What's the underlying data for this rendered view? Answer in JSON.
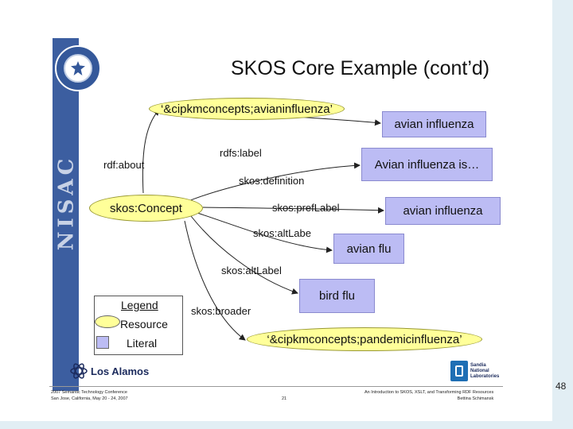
{
  "slide": {
    "title": "SKOS Core Example (cont’d)",
    "page_number": "48",
    "sidebar_text": "NISAC"
  },
  "diagram": {
    "nodes": {
      "concept": "skos:Concept",
      "subject": "‘&cipkmconcepts;avianinfluenza’",
      "pref_literal": "avian influenza",
      "definition_literal": "Avian influenza is…",
      "preflabel_literal": "avian influenza",
      "altlabel_literal1": "avian flu",
      "altlabel_literal2": "bird flu",
      "broader": "‘&cipkmconcepts;pandemicinfluenza’"
    },
    "edges": {
      "about": "rdf:about",
      "label": "rdfs:label",
      "definition": "skos:definition",
      "preflabel": "skos:prefLabel",
      "altlabel1": "skos:altLabe",
      "altlabel2": "skos:altLabel",
      "broader": "skos:broader"
    }
  },
  "legend": {
    "title": "Legend",
    "resource": "Resource",
    "literal": "Literal"
  },
  "logos": {
    "los_alamos": "Los Alamos",
    "sandia": "Sandia\nNational\nLaboratories"
  },
  "footer": {
    "left": "2007 Semantic Technology Conference\nSan Jose, California, May 20 - 24, 2007",
    "center": "21",
    "right": "An Introduction to SKOS, XSLT, and Transforming RDF Resources\nBettina Schimansk"
  },
  "colors": {
    "sidebar": "#3c5ea0",
    "resource_fill": "#ffff99",
    "literal_fill": "#bcbcf4",
    "background_strip": "#e2eef4"
  }
}
